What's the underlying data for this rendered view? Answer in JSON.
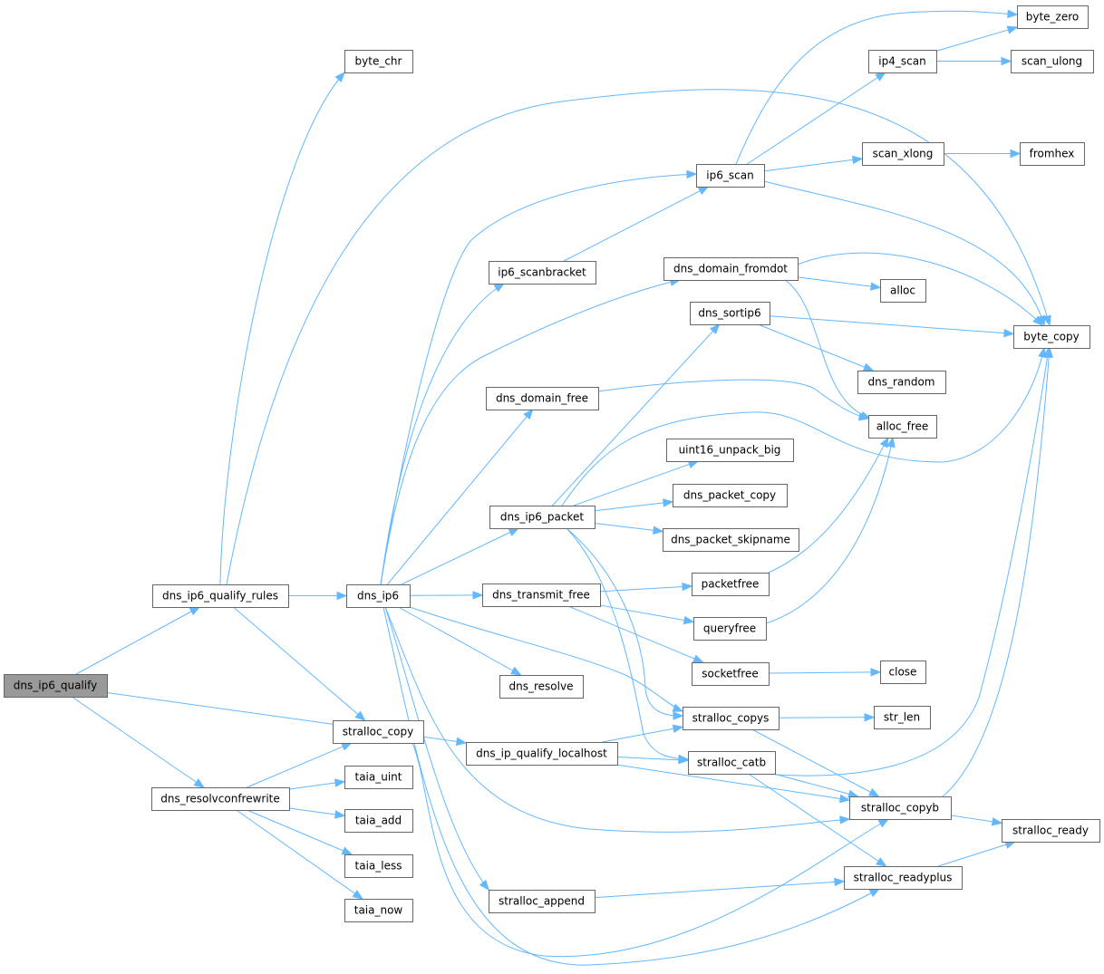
{
  "graph": {
    "colors": {
      "edge": "#63b8ff",
      "node_border": "#666666",
      "node_fill": "#ffffff",
      "root_fill": "#999999"
    },
    "nodes": [
      {
        "id": "dns_ip6_qualify",
        "label": "dns_ip6_qualify",
        "root": true
      },
      {
        "id": "dns_ip6_qualify_rules",
        "label": "dns_ip6_qualify_rules"
      },
      {
        "id": "dns_resolvconfrewrite",
        "label": "dns_resolvconfrewrite"
      },
      {
        "id": "byte_chr",
        "label": "byte_chr"
      },
      {
        "id": "stralloc_copy",
        "label": "stralloc_copy"
      },
      {
        "id": "taia_uint",
        "label": "taia_uint"
      },
      {
        "id": "taia_add",
        "label": "taia_add"
      },
      {
        "id": "taia_less",
        "label": "taia_less"
      },
      {
        "id": "taia_now",
        "label": "taia_now"
      },
      {
        "id": "dns_ip6",
        "label": "dns_ip6"
      },
      {
        "id": "ip6_scanbracket",
        "label": "ip6_scanbracket"
      },
      {
        "id": "dns_domain_free",
        "label": "dns_domain_free"
      },
      {
        "id": "dns_ip6_packet",
        "label": "dns_ip6_packet"
      },
      {
        "id": "dns_transmit_free",
        "label": "dns_transmit_free"
      },
      {
        "id": "dns_resolve",
        "label": "dns_resolve"
      },
      {
        "id": "dns_ip_qualify_localhost",
        "label": "dns_ip_qualify_localhost"
      },
      {
        "id": "stralloc_append",
        "label": "stralloc_append"
      },
      {
        "id": "ip6_scan",
        "label": "ip6_scan"
      },
      {
        "id": "dns_domain_fromdot",
        "label": "dns_domain_fromdot"
      },
      {
        "id": "dns_sortip6",
        "label": "dns_sortip6"
      },
      {
        "id": "uint16_unpack_big",
        "label": "uint16_unpack_big"
      },
      {
        "id": "dns_packet_copy",
        "label": "dns_packet_copy"
      },
      {
        "id": "dns_packet_skipname",
        "label": "dns_packet_skipname"
      },
      {
        "id": "packetfree",
        "label": "packetfree"
      },
      {
        "id": "queryfree",
        "label": "queryfree"
      },
      {
        "id": "socketfree",
        "label": "socketfree"
      },
      {
        "id": "stralloc_copys",
        "label": "stralloc_copys"
      },
      {
        "id": "stralloc_catb",
        "label": "stralloc_catb"
      },
      {
        "id": "ip4_scan",
        "label": "ip4_scan"
      },
      {
        "id": "scan_xlong",
        "label": "scan_xlong"
      },
      {
        "id": "alloc",
        "label": "alloc"
      },
      {
        "id": "dns_random",
        "label": "dns_random"
      },
      {
        "id": "alloc_free",
        "label": "alloc_free"
      },
      {
        "id": "close",
        "label": "close"
      },
      {
        "id": "str_len",
        "label": "str_len"
      },
      {
        "id": "stralloc_copyb",
        "label": "stralloc_copyb"
      },
      {
        "id": "stralloc_readyplus",
        "label": "stralloc_readyplus"
      },
      {
        "id": "byte_zero",
        "label": "byte_zero"
      },
      {
        "id": "scan_ulong",
        "label": "scan_ulong"
      },
      {
        "id": "fromhex",
        "label": "fromhex"
      },
      {
        "id": "byte_copy",
        "label": "byte_copy"
      },
      {
        "id": "stralloc_ready",
        "label": "stralloc_ready"
      }
    ],
    "edges": [
      [
        "dns_ip6_qualify",
        "dns_ip6_qualify_rules"
      ],
      [
        "dns_ip6_qualify",
        "dns_resolvconfrewrite"
      ],
      [
        "dns_ip6_qualify",
        "dns_ip_qualify_localhost"
      ],
      [
        "dns_ip6_qualify_rules",
        "byte_chr"
      ],
      [
        "dns_ip6_qualify_rules",
        "byte_copy"
      ],
      [
        "dns_ip6_qualify_rules",
        "dns_ip6"
      ],
      [
        "dns_ip6_qualify_rules",
        "stralloc_copy"
      ],
      [
        "dns_resolvconfrewrite",
        "stralloc_copy"
      ],
      [
        "dns_resolvconfrewrite",
        "taia_uint"
      ],
      [
        "dns_resolvconfrewrite",
        "taia_add"
      ],
      [
        "dns_resolvconfrewrite",
        "taia_less"
      ],
      [
        "dns_resolvconfrewrite",
        "taia_now"
      ],
      [
        "stralloc_copy",
        "stralloc_copyb"
      ],
      [
        "dns_ip6",
        "ip6_scan"
      ],
      [
        "dns_ip6",
        "ip6_scanbracket"
      ],
      [
        "dns_ip6",
        "dns_domain_fromdot"
      ],
      [
        "dns_ip6",
        "dns_domain_free"
      ],
      [
        "dns_ip6",
        "dns_ip6_packet"
      ],
      [
        "dns_ip6",
        "dns_transmit_free"
      ],
      [
        "dns_ip6",
        "dns_resolve"
      ],
      [
        "dns_ip6",
        "stralloc_copys"
      ],
      [
        "dns_ip6",
        "stralloc_copyb"
      ],
      [
        "dns_ip6",
        "stralloc_append"
      ],
      [
        "dns_ip6",
        "stralloc_readyplus"
      ],
      [
        "ip6_scanbracket",
        "ip6_scan"
      ],
      [
        "ip6_scan",
        "byte_zero"
      ],
      [
        "ip6_scan",
        "ip4_scan"
      ],
      [
        "ip6_scan",
        "scan_xlong"
      ],
      [
        "ip6_scan",
        "byte_copy"
      ],
      [
        "ip4_scan",
        "byte_zero"
      ],
      [
        "ip4_scan",
        "scan_ulong"
      ],
      [
        "scan_xlong",
        "fromhex"
      ],
      [
        "dns_domain_fromdot",
        "byte_copy"
      ],
      [
        "dns_domain_fromdot",
        "alloc"
      ],
      [
        "dns_domain_fromdot",
        "alloc_free"
      ],
      [
        "dns_sortip6",
        "byte_copy"
      ],
      [
        "dns_sortip6",
        "dns_random"
      ],
      [
        "dns_domain_free",
        "alloc_free"
      ],
      [
        "dns_ip6_packet",
        "dns_sortip6"
      ],
      [
        "dns_ip6_packet",
        "byte_copy"
      ],
      [
        "dns_ip6_packet",
        "uint16_unpack_big"
      ],
      [
        "dns_ip6_packet",
        "dns_packet_copy"
      ],
      [
        "dns_ip6_packet",
        "dns_packet_skipname"
      ],
      [
        "dns_ip6_packet",
        "stralloc_copys"
      ],
      [
        "dns_ip6_packet",
        "stralloc_catb"
      ],
      [
        "dns_transmit_free",
        "packetfree"
      ],
      [
        "dns_transmit_free",
        "queryfree"
      ],
      [
        "dns_transmit_free",
        "socketfree"
      ],
      [
        "packetfree",
        "alloc_free"
      ],
      [
        "queryfree",
        "alloc_free"
      ],
      [
        "socketfree",
        "close"
      ],
      [
        "dns_ip_qualify_localhost",
        "stralloc_copys"
      ],
      [
        "dns_ip_qualify_localhost",
        "stralloc_catb"
      ],
      [
        "dns_ip_qualify_localhost",
        "stralloc_copyb"
      ],
      [
        "stralloc_copys",
        "str_len"
      ],
      [
        "stralloc_copys",
        "stralloc_copyb"
      ],
      [
        "stralloc_catb",
        "byte_copy"
      ],
      [
        "stralloc_catb",
        "stralloc_copyb"
      ],
      [
        "stralloc_catb",
        "stralloc_readyplus"
      ],
      [
        "stralloc_copyb",
        "byte_copy"
      ],
      [
        "stralloc_copyb",
        "stralloc_ready"
      ],
      [
        "stralloc_append",
        "stralloc_readyplus"
      ],
      [
        "stralloc_readyplus",
        "stralloc_ready"
      ]
    ]
  }
}
